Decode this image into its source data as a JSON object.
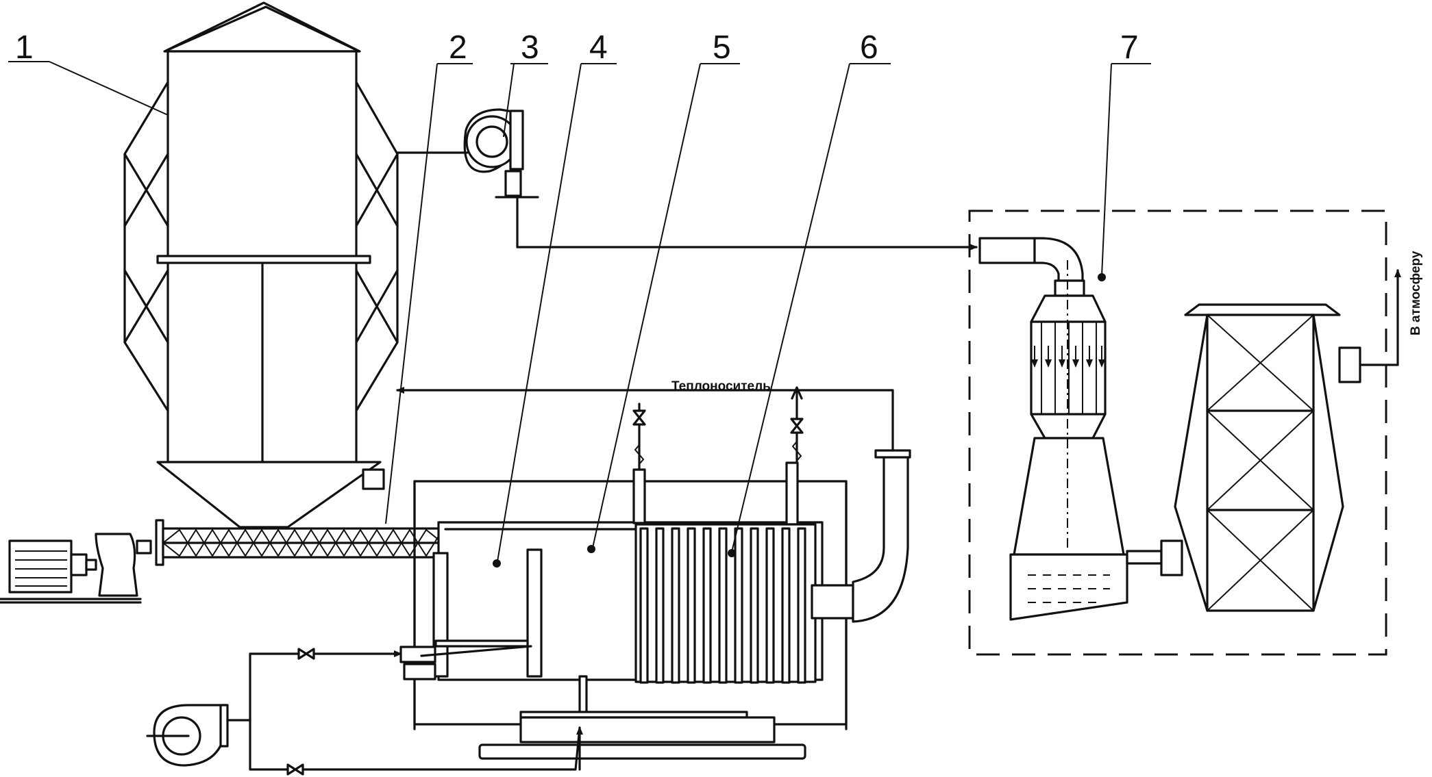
{
  "callouts": [
    "1",
    "2",
    "3",
    "4",
    "5",
    "6",
    "7"
  ],
  "labels": {
    "heat_carrier": "Теплоноситель",
    "to_atmosphere": "В атмосферу"
  }
}
